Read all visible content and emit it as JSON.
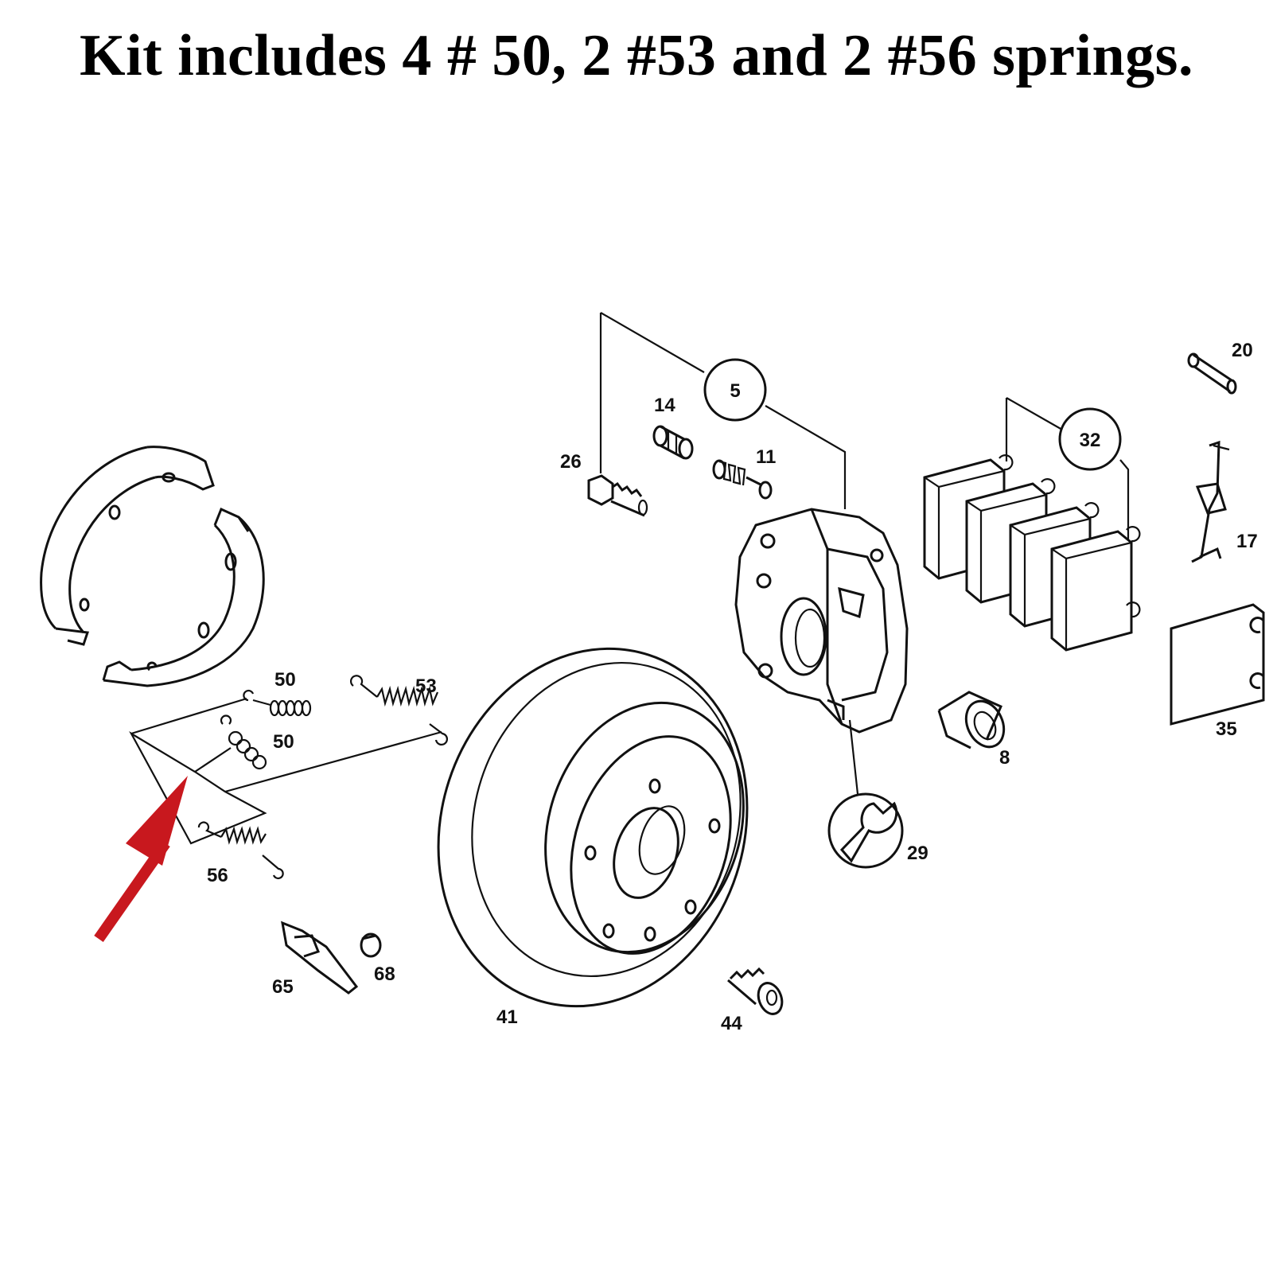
{
  "title": "Kit includes 4 # 50, 2 #53 and 2 #56 springs.",
  "colors": {
    "arrow": "#c8181e",
    "line": "#111111",
    "background": "#ffffff"
  },
  "callouts": {
    "p5": "5",
    "p8": "8",
    "p11": "11",
    "p14": "14",
    "p17": "17",
    "p20": "20",
    "p26": "26",
    "p29": "29",
    "p32": "32",
    "p35": "35",
    "p41": "41",
    "p44": "44",
    "p50a": "50",
    "p50b": "50",
    "p53": "53",
    "p56": "56",
    "p65": "65",
    "p68": "68"
  }
}
